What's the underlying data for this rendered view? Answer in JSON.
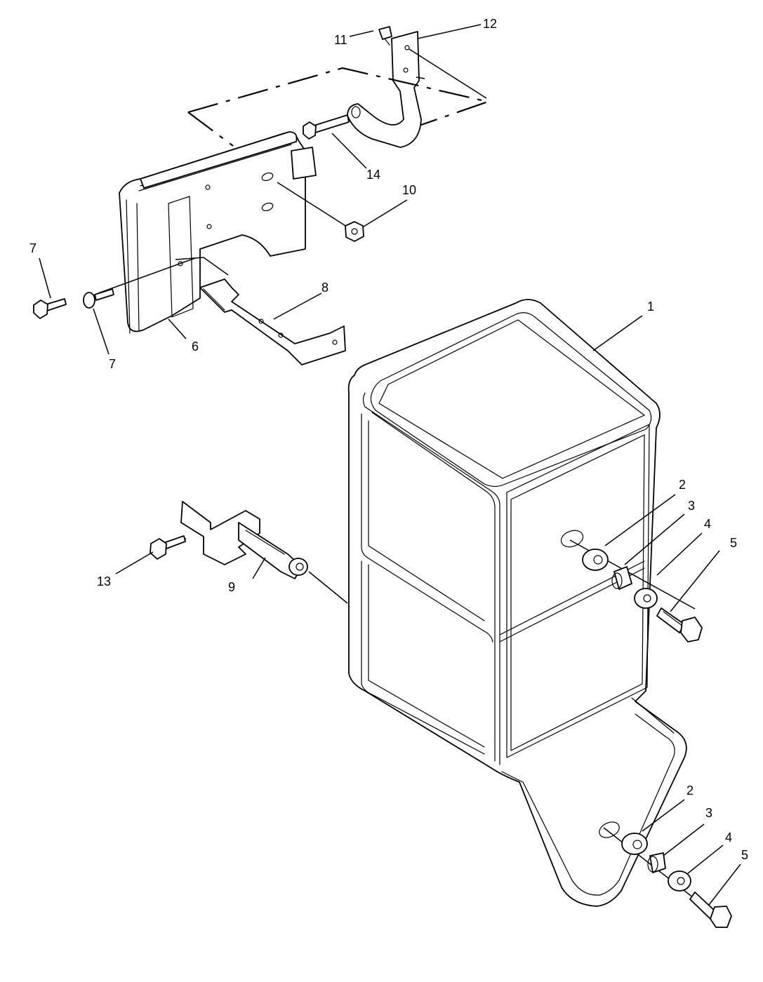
{
  "diagram": {
    "callouts": {
      "c1": "1",
      "c2a": "2",
      "c3a": "3",
      "c4a": "4",
      "c5a": "5",
      "c2b": "2",
      "c3b": "3",
      "c4b": "4",
      "c5b": "5",
      "c6": "6",
      "c7a": "7",
      "c7b": "7",
      "c8": "8",
      "c9": "9",
      "c10": "10",
      "c11": "11",
      "c12": "12",
      "c13": "13",
      "c14": "14"
    }
  }
}
